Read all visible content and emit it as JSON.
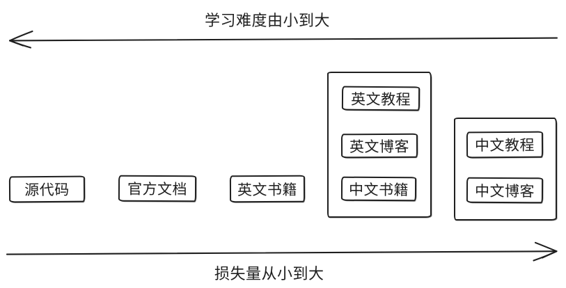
{
  "canvas": {
    "background": "#ffffff",
    "stroke_color": "#1f1f1f"
  },
  "top_axis": {
    "label": "学习难度由小到大",
    "direction": "left"
  },
  "bottom_axis": {
    "label": "损失量从小到大",
    "direction": "right"
  },
  "nodes": [
    {
      "id": "source-code",
      "label": "源代码"
    },
    {
      "id": "official-docs",
      "label": "官方文档"
    },
    {
      "id": "english-books",
      "label": "英文书籍"
    }
  ],
  "groups": [
    {
      "id": "group-english-resources",
      "items": [
        {
          "id": "english-tutorials",
          "label": "英文教程"
        },
        {
          "id": "english-blogs",
          "label": "英文博客"
        },
        {
          "id": "chinese-books",
          "label": "中文书籍"
        }
      ]
    },
    {
      "id": "group-chinese-resources",
      "items": [
        {
          "id": "chinese-tutorials",
          "label": "中文教程"
        },
        {
          "id": "chinese-blogs",
          "label": "中文博客"
        }
      ]
    }
  ]
}
